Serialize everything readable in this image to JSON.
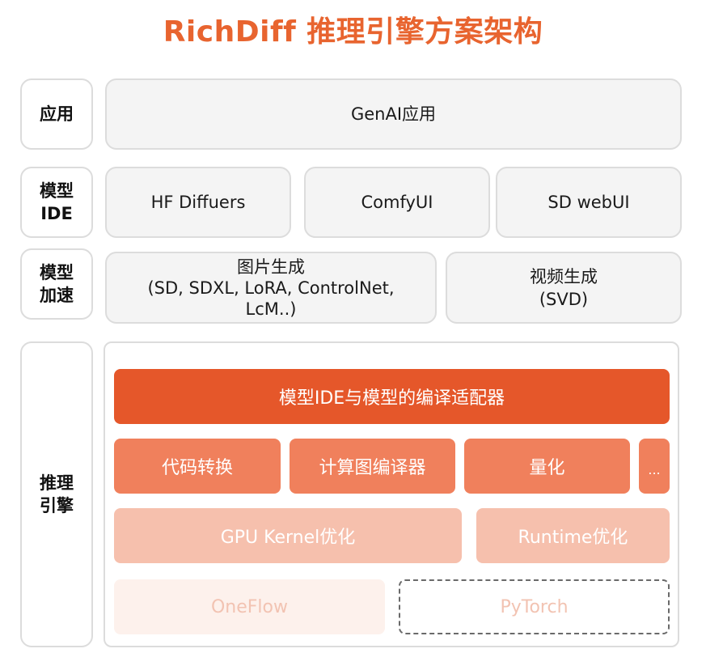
{
  "title": "RichDiff 推理引擎方案架构",
  "rows": {
    "app": {
      "label": "应用",
      "items": [
        "GenAI应用"
      ]
    },
    "model_ide": {
      "label": "模型\nIDE",
      "items": [
        "HF Diffuers",
        "ComfyUI",
        "SD webUI"
      ]
    },
    "model_accel": {
      "label": "模型\n加速",
      "items": [
        "图片生成\n(SD, SDXL, LoRA, ControlNet,\nLcM..)",
        "视频生成\n(SVD)"
      ]
    },
    "engine": {
      "label": "推理\n引擎",
      "adapter": "模型IDE与模型的编译适配器",
      "tools": [
        "代码转换",
        "计算图编译器",
        "量化",
        "..."
      ],
      "optimizations": [
        "GPU Kernel优化",
        "Runtime优化"
      ],
      "backends": [
        "OneFlow",
        "PyTorch"
      ]
    }
  },
  "colors": {
    "title": "#e8642f",
    "level1": "#e5572a",
    "level2": "#f0805c",
    "level3": "#f6c0ad",
    "level4": "#fdf1ec"
  }
}
